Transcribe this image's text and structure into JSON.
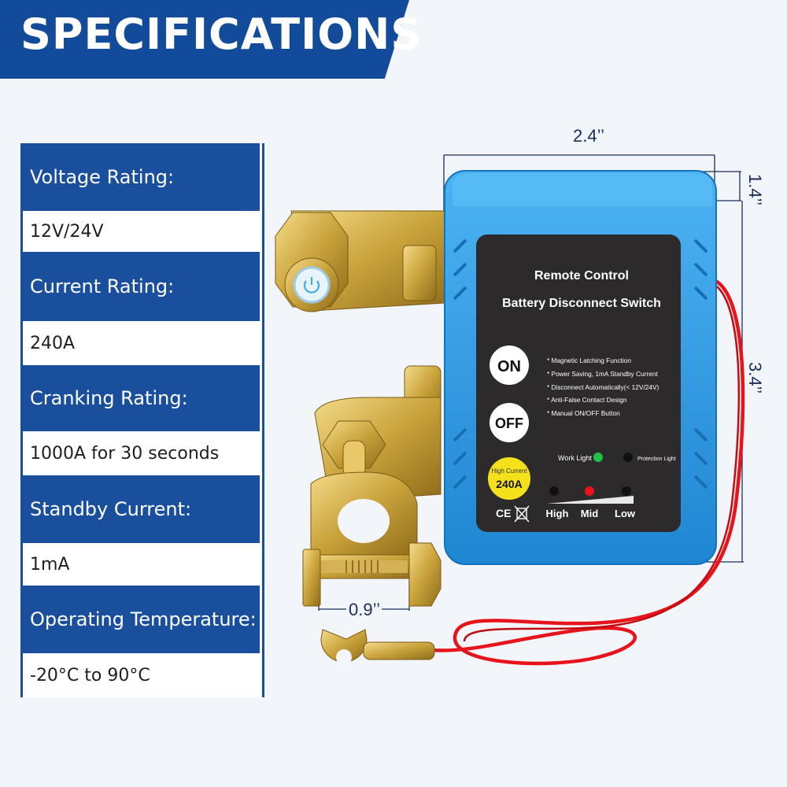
{
  "banner": {
    "title": "SPECIFICATIONS"
  },
  "specs": [
    {
      "label": "Voltage Rating:",
      "value": "12V/24V"
    },
    {
      "label": "Current Rating:",
      "value": "240A"
    },
    {
      "label": "Cranking Rating:",
      "value": "1000A for 30 seconds"
    },
    {
      "label": "Standby Current:",
      "value": "1mA"
    },
    {
      "label": "Operating Temperature:",
      "value": "-20°C to 90°C"
    }
  ],
  "dimensions": {
    "width": "2.4’’",
    "depth": "1.4’’",
    "height": "3.4’’",
    "terminal": "0.9’’"
  },
  "device": {
    "title_line1": "Remote Control",
    "title_line2": "Battery Disconnect Switch",
    "on_label": "ON",
    "off_label": "OFF",
    "features": [
      "* Magnetic Latching Function",
      "* Power Saving, 1mA Standby Current",
      "* Disconnect Automatically(< 12V/24V)",
      "* Anti-False Contact Design",
      "* Manual ON/OFF Button"
    ],
    "work_light_label": "Work Light",
    "protection_light_label": "Protection Light",
    "badge_line1": "High Current",
    "badge_line2": "240A",
    "level_labels": [
      "High",
      "Mid",
      "Low"
    ],
    "cert_text": "CE",
    "colors": {
      "housing": "#2a97e0",
      "panel": "#2c2a2a",
      "badge": "#f4e11c",
      "wire": "#e8141b",
      "brass": "#c9a23a",
      "banner": "#134b9b"
    }
  }
}
